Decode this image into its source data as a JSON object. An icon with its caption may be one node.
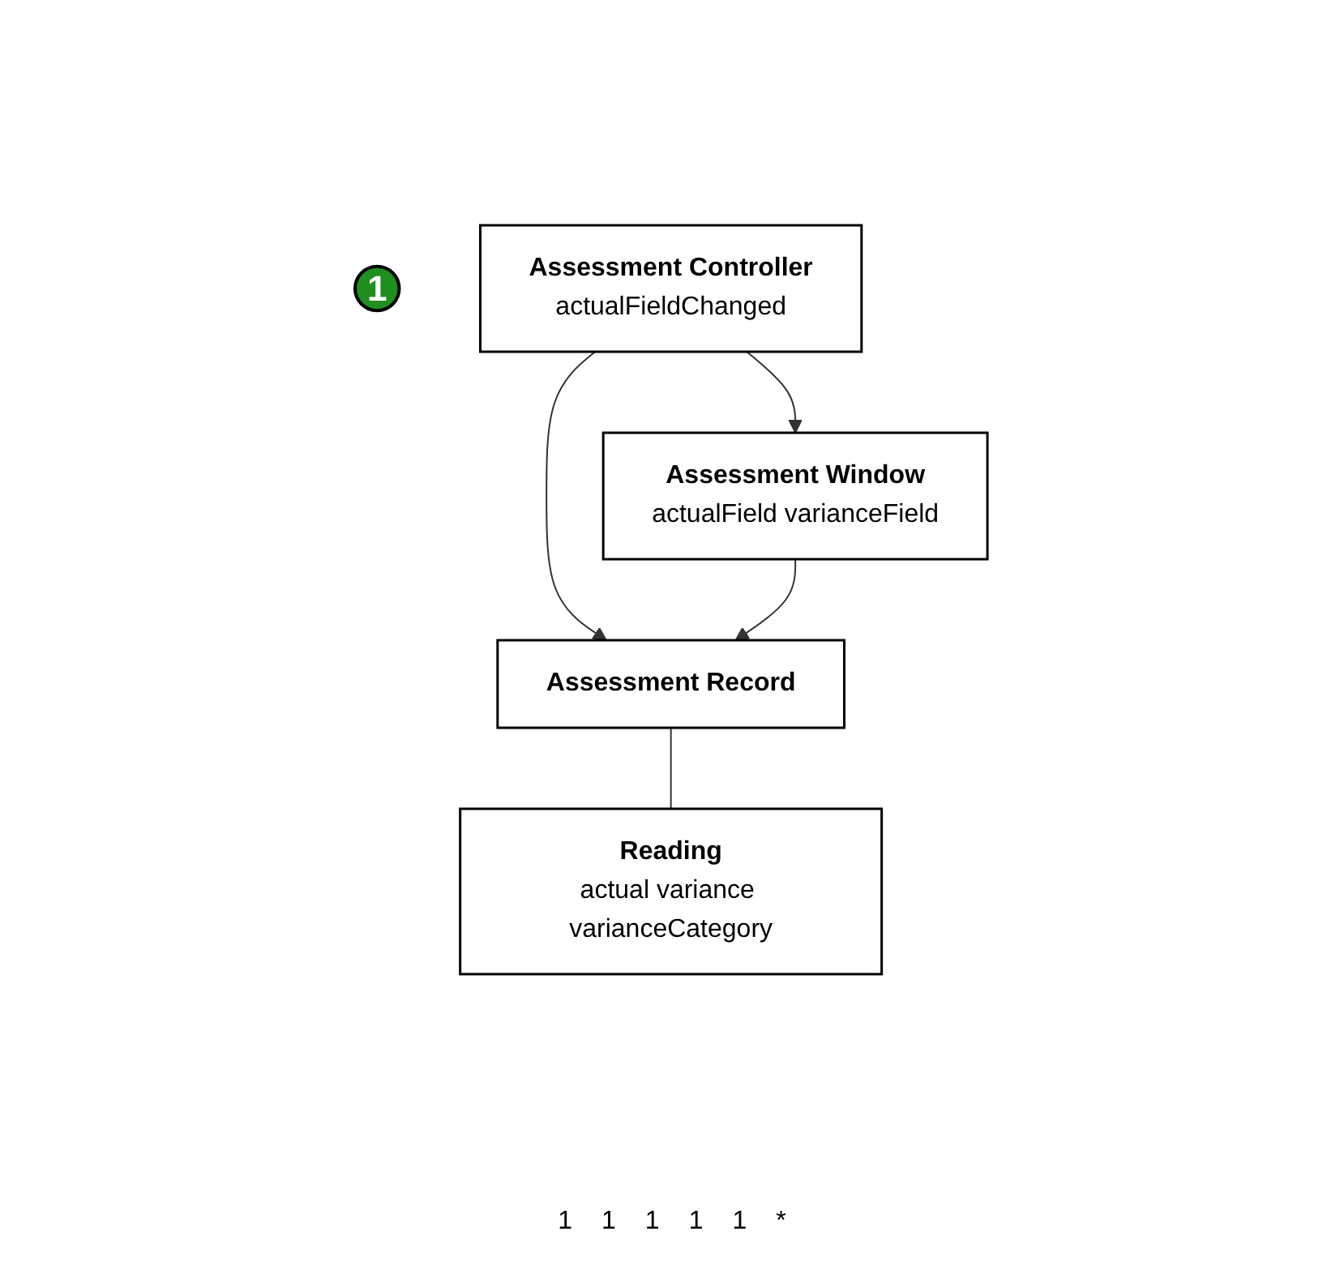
{
  "diagram": {
    "nodes": [
      {
        "text": [
          "1"
        ]
      },
      {
        "text": [
          "Assessment Controller",
          "actualFieldChanged"
        ]
      },
      {
        "text": [
          "Assessment Record"
        ]
      },
      {
        "text": [
          "Assessment Window",
          "actualField varianceField"
        ]
      },
      {
        "text": [
          "Reading",
          "actual variance varianceCategory"
        ]
      }
    ],
    "edges": [
      {
        "from": 1,
        "to": 3,
        "arrow": "to"
      },
      {
        "from": 1,
        "to": 2,
        "arrow": "to"
      },
      {
        "from": 3,
        "to": 2,
        "arrow": "to"
      },
      {
        "from": 2,
        "to": 4,
        "arrow": "none"
      }
    ],
    "labels": [
      "1",
      "1",
      "1",
      "1",
      "1",
      "*"
    ]
  }
}
